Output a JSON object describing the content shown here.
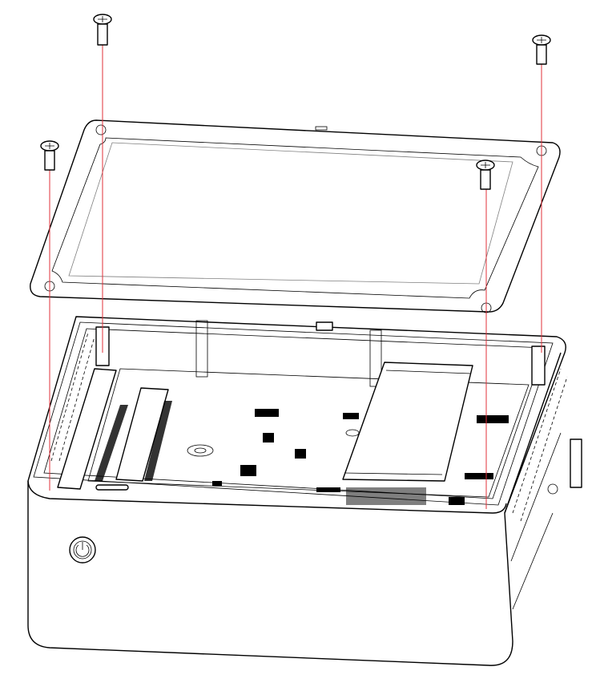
{
  "diagram": {
    "description_visible_text": [],
    "colors": {
      "line": "#000000",
      "guide_line": "#e0303a",
      "background": "#ffffff"
    },
    "parts": [
      "cover-plate",
      "chassis",
      "screws",
      "ram-modules",
      "ssd-module",
      "power-button"
    ]
  }
}
